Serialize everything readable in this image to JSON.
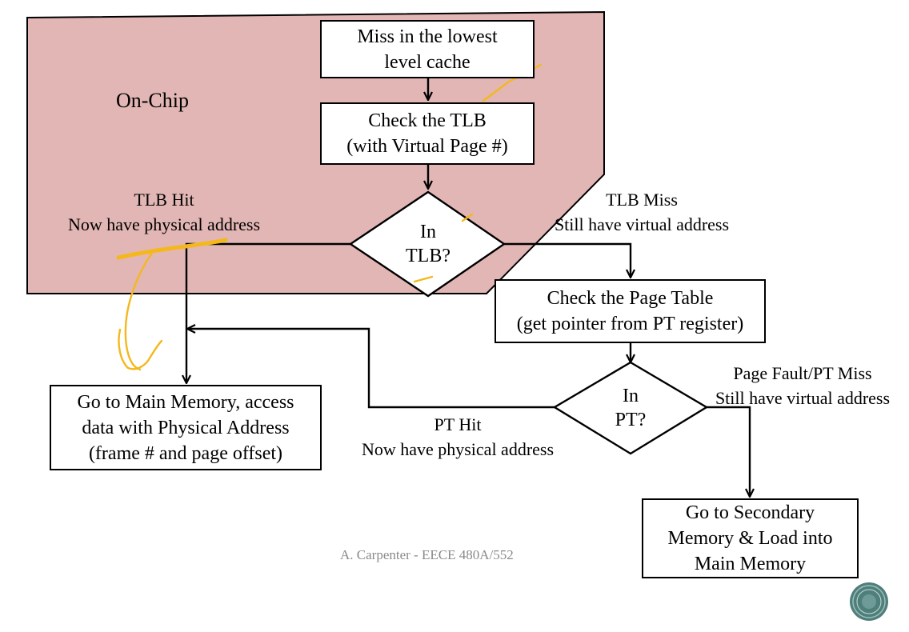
{
  "region": {
    "label": "On-Chip",
    "fill": "#e2b6b4"
  },
  "nodes": {
    "miss": {
      "lines": [
        "Miss in the lowest",
        "level cache"
      ]
    },
    "check_tlb": {
      "lines": [
        "Check the TLB",
        "(with Virtual Page #)"
      ]
    },
    "in_tlb": {
      "lines": [
        "In",
        "TLB?"
      ]
    },
    "check_pt": {
      "lines": [
        "Check the Page Table",
        "(get pointer from PT register)"
      ]
    },
    "in_pt": {
      "lines": [
        "In",
        "PT?"
      ]
    },
    "main_memory": {
      "lines": [
        "Go to Main Memory, access",
        "data with Physical Address",
        "(frame # and page offset)"
      ]
    },
    "secondary": {
      "lines": [
        "Go to Secondary",
        "Memory & Load into",
        "Main Memory"
      ]
    }
  },
  "edge_labels": {
    "tlb_hit": [
      "TLB Hit",
      "Now have physical address"
    ],
    "tlb_miss": [
      "TLB Miss",
      "Still have virtual address"
    ],
    "pt_hit": [
      "PT Hit",
      "Now have physical address"
    ],
    "pt_miss": [
      "Page Fault/PT Miss",
      "Still have virtual address"
    ]
  },
  "footer": "A. Carpenter - EECE 480A/552",
  "colors": {
    "annotation": "#f4b81c",
    "logo": "#4e7f7b"
  },
  "icons": {
    "logo": "round-seal-logo-icon"
  }
}
